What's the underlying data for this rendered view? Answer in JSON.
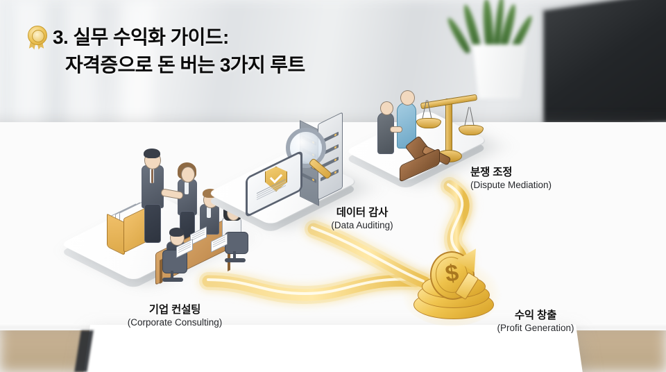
{
  "title": {
    "icon": "medal-icon",
    "line1": "3. 실무 수익화 가이드:",
    "line2": "자격증으로 돈 버는 3가지 루트"
  },
  "nodes": [
    {
      "id": "corporate-consulting",
      "ko": "기업 컨설팅",
      "en": "(Corporate Consulting)",
      "scene": "business-meeting-platform"
    },
    {
      "id": "data-auditing",
      "ko": "데이터 감사",
      "en": "(Data Auditing)",
      "scene": "server-magnifier-tablet-platform"
    },
    {
      "id": "dispute-mediation",
      "ko": "분쟁 조정",
      "en": "(Dispute Mediation)",
      "scene": "scales-gavel-people-platform"
    },
    {
      "id": "profit-generation",
      "ko": "수익 창출",
      "en": "(Profit Generation)",
      "scene": "gold-coin-stack-arrow"
    }
  ],
  "scene_props": {
    "coin_symbol": "$",
    "background": "blurred white office desk with potted plant and laptop",
    "connector": "three glowing golden paths converging to the coin stack"
  },
  "colors": {
    "gold": "#f0c44e",
    "gold_light": "#ffe9a4",
    "gold_dark": "#c08f2b",
    "title_text": "#0a0a0a",
    "label_en": "#24262a",
    "platform": "#ffffff",
    "platform_side": "#d4d7da",
    "suit": "#5a6170",
    "desk_wood": "#c9b395"
  }
}
